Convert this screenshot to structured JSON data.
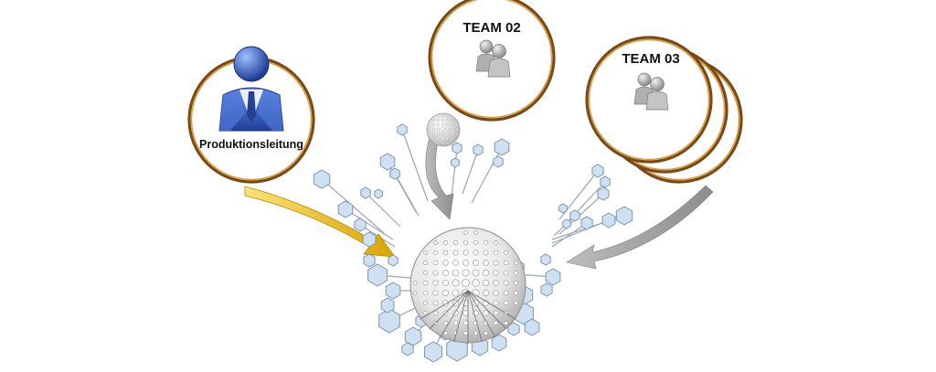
{
  "colors": {
    "ring_outer": "#7a4a12",
    "ring_inner": "#d99a3c",
    "arrow_gold": "#e8b400",
    "arrow_grey": "#9a9a9a",
    "hex_fill": "#cfe0f2",
    "hex_stroke": "#7f95ad",
    "person_blue": "#3a63c8",
    "person_grey": "#a8a8a8"
  },
  "nodes": {
    "production": {
      "label": "Produktionsleitung",
      "icon": "manager-person-icon"
    },
    "team02": {
      "label": "TEAM 02",
      "icon": "team-people-icon"
    },
    "team03": {
      "label": "TEAM 03",
      "icon": "team-people-icon"
    }
  },
  "center": {
    "icon": "network-sphere-icon"
  }
}
